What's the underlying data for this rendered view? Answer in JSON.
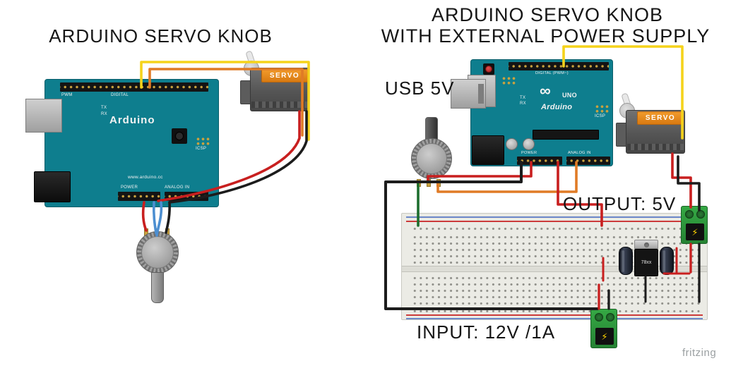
{
  "watermark": "fritzing",
  "icons": {
    "lightning": "⚡",
    "infinity": "∞"
  },
  "colors": {
    "board_teal": "#0e7e8e",
    "wire_yellow": "#f5d31b",
    "wire_orange": "#e07b26",
    "wire_red": "#c81f1f",
    "wire_black": "#1c1c1c",
    "wire_blue": "#4d8fd1",
    "wire_green": "#1d6e2e",
    "servo_tag_orange": "#e8861c",
    "breadboard_bg": "#ebebe5",
    "terminal_green": "#2f9e3e",
    "bolt_yellow": "#ffd300"
  },
  "left": {
    "title": "ARDUINO SERVO KNOB",
    "board": {
      "brand": "Arduino",
      "digital": "DIGITAL",
      "pwm": "PWM",
      "tx": "TX",
      "rx": "RX",
      "icsp": "ICSP",
      "power": "POWER",
      "analog": "ANALOG IN",
      "url": "www.arduino.cc"
    },
    "servo": {
      "label": "SERVO"
    }
  },
  "right": {
    "title_line1": "ARDUINO SERVO KNOB",
    "title_line2": "WITH EXTERNAL POWER SUPPLY",
    "usb_label": "USB 5V",
    "output_label": "OUTPUT: 5V",
    "input_label": "INPUT: 12V /1A",
    "board": {
      "brand": "Arduino",
      "logo": "UNO",
      "digital": "DIGITAL (PWM~)",
      "tx": "TX",
      "rx": "RX",
      "icsp": "ICSP",
      "power": "POWER",
      "analog": "ANALOG IN"
    },
    "servo": {
      "label": "SERVO"
    },
    "regulator": {
      "label": "78xx"
    }
  }
}
